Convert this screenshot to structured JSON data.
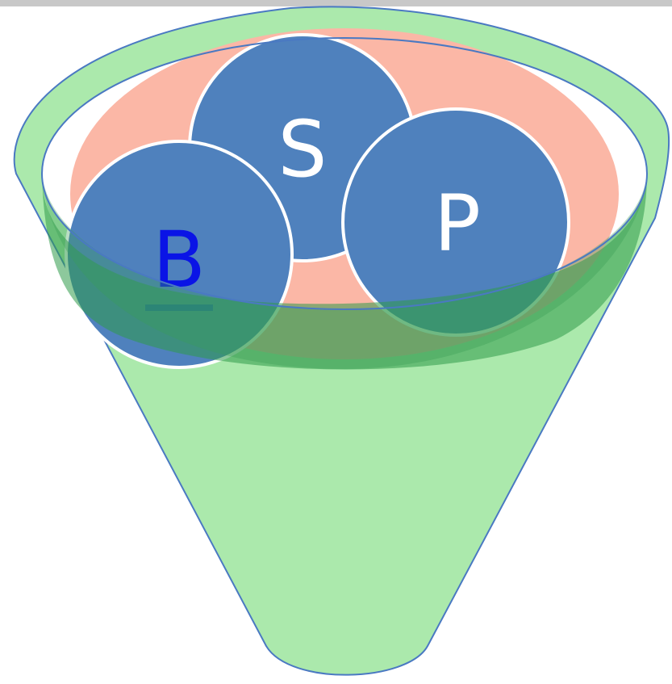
{
  "diagram": {
    "labels": {
      "s": "S",
      "p": "P",
      "b": "B"
    },
    "colors": {
      "funnel_fill": "#abe9ac",
      "funnel_stroke": "#4a79c2",
      "bowl_fill": "#fbb7a6",
      "circle_fill": "#4f81bd",
      "circle_stroke": "#ffffff",
      "link_text": "#0a14e6",
      "link_underline": "#1b4fd0"
    }
  }
}
